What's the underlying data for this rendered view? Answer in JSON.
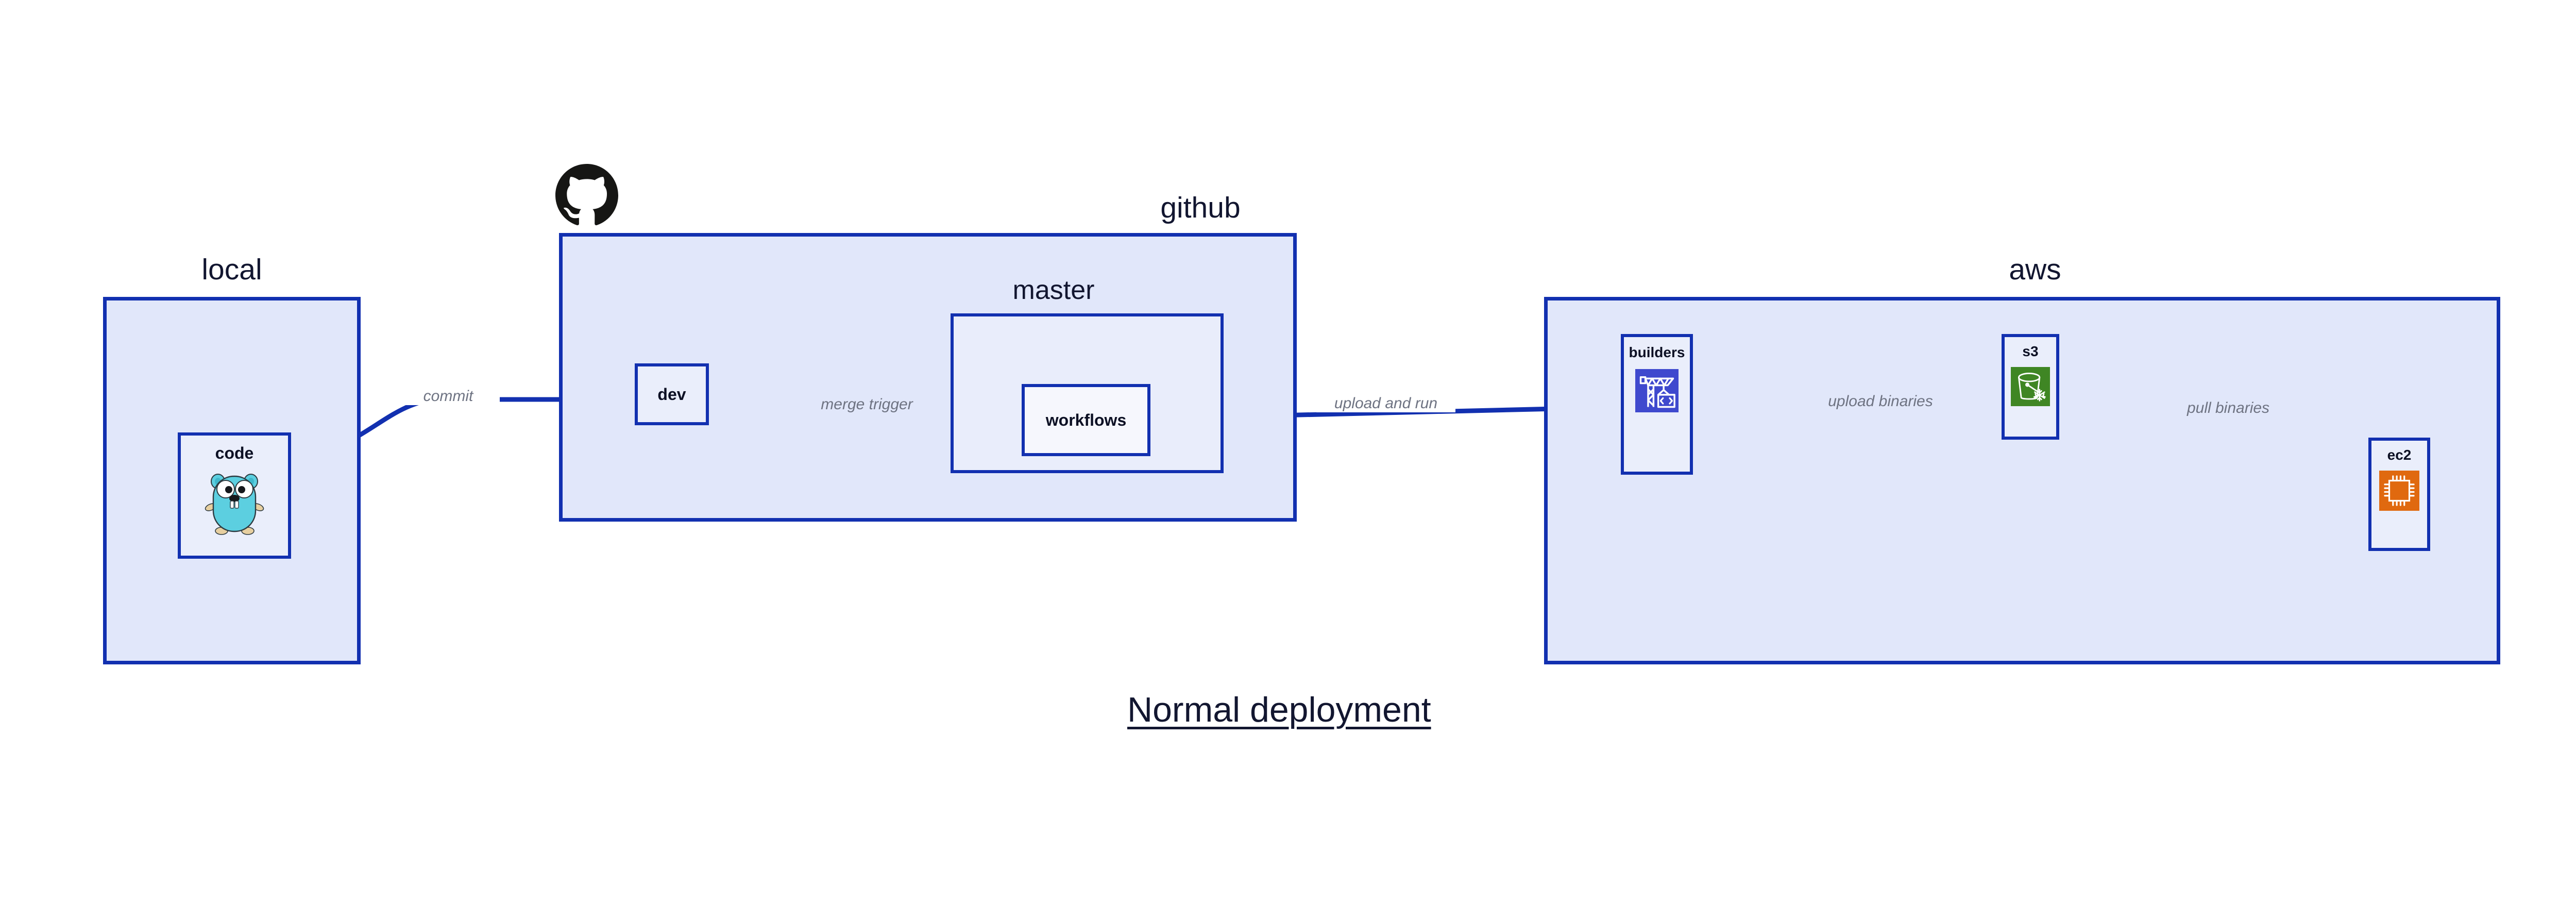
{
  "diagram": {
    "title": "Normal deployment",
    "colors": {
      "group_border": "#1230B0",
      "group_fill": "#E1E7FA",
      "subgroup_fill": "#E9EDFB",
      "node_fill": "#EAEEFB",
      "node_fill_light": "#F6F7FD",
      "edge_stroke": "#1230B0",
      "edge_label_text": "#6E7382",
      "label_text": "#121630",
      "github_logo": "#161614",
      "builders_icon": "#3F49CE",
      "s3_icon": "#3F8624",
      "ec2_icon": "#E0690F",
      "gopher_body": "#5CCFE0"
    }
  },
  "groups": [
    {
      "id": "local",
      "label": "local"
    },
    {
      "id": "github",
      "label": "github"
    },
    {
      "id": "master",
      "label": "master"
    },
    {
      "id": "aws",
      "label": "aws"
    }
  ],
  "nodes": [
    {
      "id": "code",
      "label": "code",
      "icon": "go-gopher-icon",
      "group": "local"
    },
    {
      "id": "dev",
      "label": "dev",
      "icon": null,
      "group": "github"
    },
    {
      "id": "workflows",
      "label": "workflows",
      "icon": null,
      "group": "master"
    },
    {
      "id": "builders",
      "label": "builders",
      "icon": "crane-code-icon",
      "group": "aws"
    },
    {
      "id": "s3",
      "label": "s3",
      "icon": "s3-bucket-icon",
      "group": "aws"
    },
    {
      "id": "ec2",
      "label": "ec2",
      "icon": "cpu-chip-icon",
      "group": "aws"
    }
  ],
  "edges": [
    {
      "id": "commit",
      "label": "commit",
      "from": "code",
      "to": "dev"
    },
    {
      "id": "merge-trigger",
      "label": "merge trigger",
      "from": "dev",
      "to": "workflows"
    },
    {
      "id": "upload-and-run",
      "label": "upload and run",
      "from": "workflows",
      "to": "builders"
    },
    {
      "id": "upload-binaries",
      "label": "upload binaries",
      "from": "builders",
      "to": "s3"
    },
    {
      "id": "pull-binaries",
      "label": "pull binaries",
      "from": "s3",
      "to": "ec2"
    }
  ],
  "logos": [
    {
      "id": "github-logo",
      "name": "github-octocat-logo"
    }
  ]
}
